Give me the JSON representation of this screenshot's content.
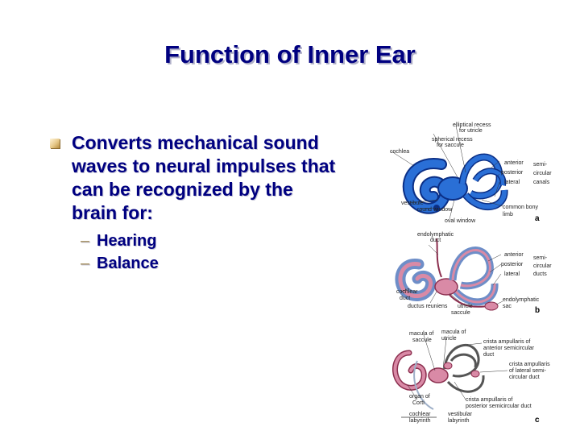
{
  "slide": {
    "title": "Function of Inner Ear",
    "bullet": "Converts mechanical sound waves to neural impulses that can be recognized by the brain for:",
    "sub_items": [
      "Hearing",
      "Balance"
    ],
    "sub_marker": "–"
  },
  "figure": {
    "panel_a": {
      "letter": "a",
      "labels": [
        "elliptical recess",
        "for utricle",
        "spherical recess",
        "for saccule",
        "cochlea",
        "anterior",
        "posterior",
        "lateral",
        "semi-",
        "circular",
        "canals",
        "vestibule",
        "round window",
        "oval window",
        "common bony",
        "limb"
      ]
    },
    "panel_b": {
      "letter": "b",
      "labels": [
        "endolymphatic",
        "duct",
        "anterior",
        "posterior",
        "lateral",
        "semi-",
        "circular",
        "ducts",
        "cochlear",
        "duct",
        "ductus reuniens",
        "utricle",
        "saccule",
        "endolymphatic",
        "sac"
      ]
    },
    "panel_c": {
      "letter": "c",
      "labels": [
        "macula of",
        "saccule",
        "macula of",
        "utricle",
        "crista ampullaris of",
        "anterior semicircular",
        "duct",
        "crista ampullaris",
        "of lateral semi-",
        "circular duct",
        "organ of",
        "Corti",
        "crista ampullaris of",
        "posterior semicircular duct",
        "cochlear",
        "labyrinth",
        "vestibular",
        "labyrinth"
      ]
    },
    "colors": {
      "bone": "#2a6fd6",
      "bone_dark": "#0b2f86",
      "membrane": "#d98aa6",
      "membrane_dark": "#8c2f4f",
      "nerve": "#9fb0c8"
    }
  }
}
